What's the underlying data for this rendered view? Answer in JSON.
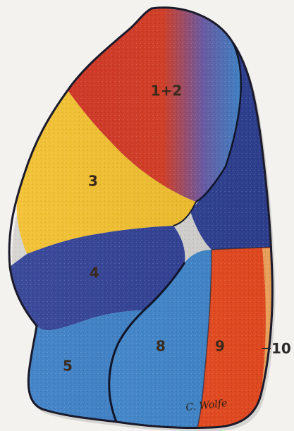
{
  "segments": {
    "s1_2": "1+2",
    "s3": "3",
    "s4": "4",
    "s5": "5",
    "s6": "",
    "s8": "8",
    "s9": "9",
    "s10": "10"
  },
  "signature": "C. Wolfe",
  "colors": {
    "red": "#d63b22",
    "yellow": "#f3c02c",
    "dark_blue": "#2d3f93",
    "light_blue": "#3f86cc",
    "orange_red": "#ea4a1f",
    "light_orange": "#f6a85e"
  }
}
